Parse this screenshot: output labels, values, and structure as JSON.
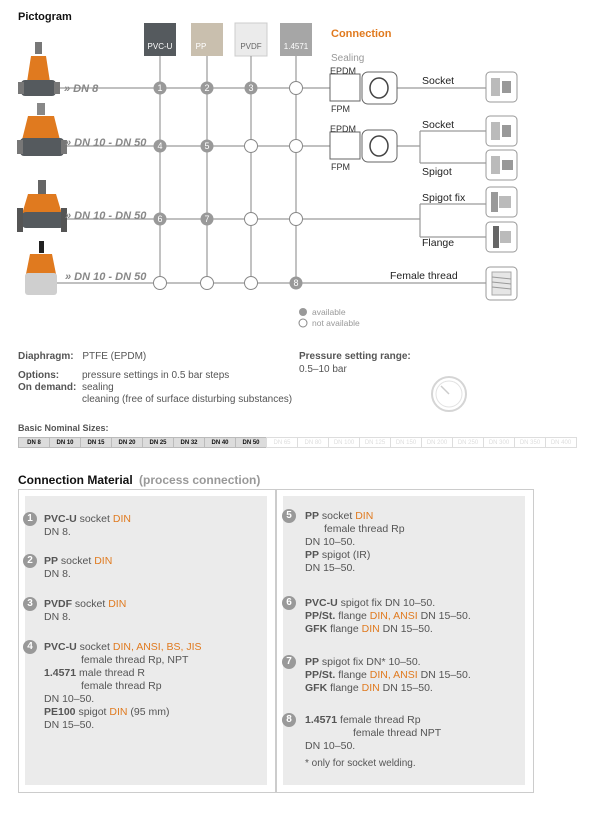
{
  "title": "Pictogram",
  "materials": [
    "PVC-U",
    "PP",
    "PVDF",
    "1.4571"
  ],
  "material_colors": [
    "#555a5e",
    "#c9bfae",
    "#e6e6e6",
    "#a6a6a6"
  ],
  "connection_header": "Connection",
  "sealing_label": "Sealing",
  "seal_top": "EPDM",
  "seal_bottom": "FPM",
  "rows": [
    "» DN 8",
    "» DN 10 - DN 50",
    "» DN 10 - DN 50",
    "» DN 10 - DN 50"
  ],
  "numbers": [
    "1",
    "2",
    "3",
    "4",
    "5",
    "6",
    "7",
    "8"
  ],
  "connections": [
    "Socket",
    "Socket",
    "Spigot",
    "Spigot fix",
    "Flange",
    "Female thread"
  ],
  "legend": {
    "available": "available",
    "not_available": "not available"
  },
  "specs": {
    "diaphragm_label": "Diaphragm:",
    "diaphragm_value": "PTFE (EPDM)",
    "options_label": "Options:",
    "options_value": "pressure settings in 0.5 bar steps",
    "demand_label": "On demand:",
    "demand_value1": "sealing",
    "demand_value2": "cleaning (free of surface disturbing substances)",
    "pressure_label": "Pressure setting range:",
    "pressure_value": "0.5–10 bar"
  },
  "sizes_title": "Basic Nominal Sizes:",
  "sizes_on": [
    "DN 8",
    "DN 10",
    "DN 15",
    "DN 20",
    "DN 25",
    "DN 32",
    "DN 40",
    "DN 50"
  ],
  "sizes_off": [
    "DN 65",
    "DN 80",
    "DN 100",
    "DN 125",
    "DN 150",
    "DN 200",
    "DN 250",
    "DN 300",
    "DN 350",
    "DN 400"
  ],
  "cm_title": "Connection Material",
  "cm_subtitle": "(process connection)",
  "cm": {
    "e1a": "PVC-U",
    "e1b": " socket ",
    "e1c": "DIN",
    "e1d": "DN 8.",
    "e2a": "PP",
    "e2b": " socket ",
    "e2c": "DIN",
    "e2d": "DN 8.",
    "e3a": "PVDF",
    "e3b": " socket ",
    "e3c": "DIN",
    "e3d": "DN 8.",
    "e4a": "PVC-U",
    "e4b": " socket ",
    "e4c": "DIN, ANSI, BS, JIS",
    "e4d": "female thread Rp, NPT",
    "e4e": "1.4571",
    "e4f": " male thread R",
    "e4g": "female thread Rp",
    "e4h": "DN 10–50.",
    "e4i": "PE100",
    "e4j": " spigot ",
    "e4k": "DIN",
    "e4l": " (95 mm)",
    "e4m": "DN 15–50.",
    "e5a": "PP",
    "e5b": " socket ",
    "e5c": "DIN",
    "e5d": "female thread Rp",
    "e5e": "DN 10–50.",
    "e5f": "PP",
    "e5g": " spigot (IR)",
    "e5h": "DN 15–50.",
    "e6a": "PVC-U",
    "e6b": " spigot fix DN 10–50.",
    "e6c": "PP/St.",
    "e6d": " flange ",
    "e6e": "DIN, ANSI",
    "e6f": " DN 15–50.",
    "e6g": "GFK",
    "e6h": " flange ",
    "e6i": "DIN",
    "e6j": " DN 15–50.",
    "e7a": "PP",
    "e7b": " spigot fix DN* 10–50.",
    "e7c": "PP/St.",
    "e7d": " flange ",
    "e7e": "DIN, ANSI",
    "e7f": " DN 15–50.",
    "e7g": "GFK",
    "e7h": " flange ",
    "e7i": "DIN",
    "e7j": " DN 15–50.",
    "e8a": "1.4571",
    "e8b": " female thread Rp",
    "e8c": "female thread NPT",
    "e8d": "DN 10–50.",
    "e8e": "* only for socket welding."
  }
}
